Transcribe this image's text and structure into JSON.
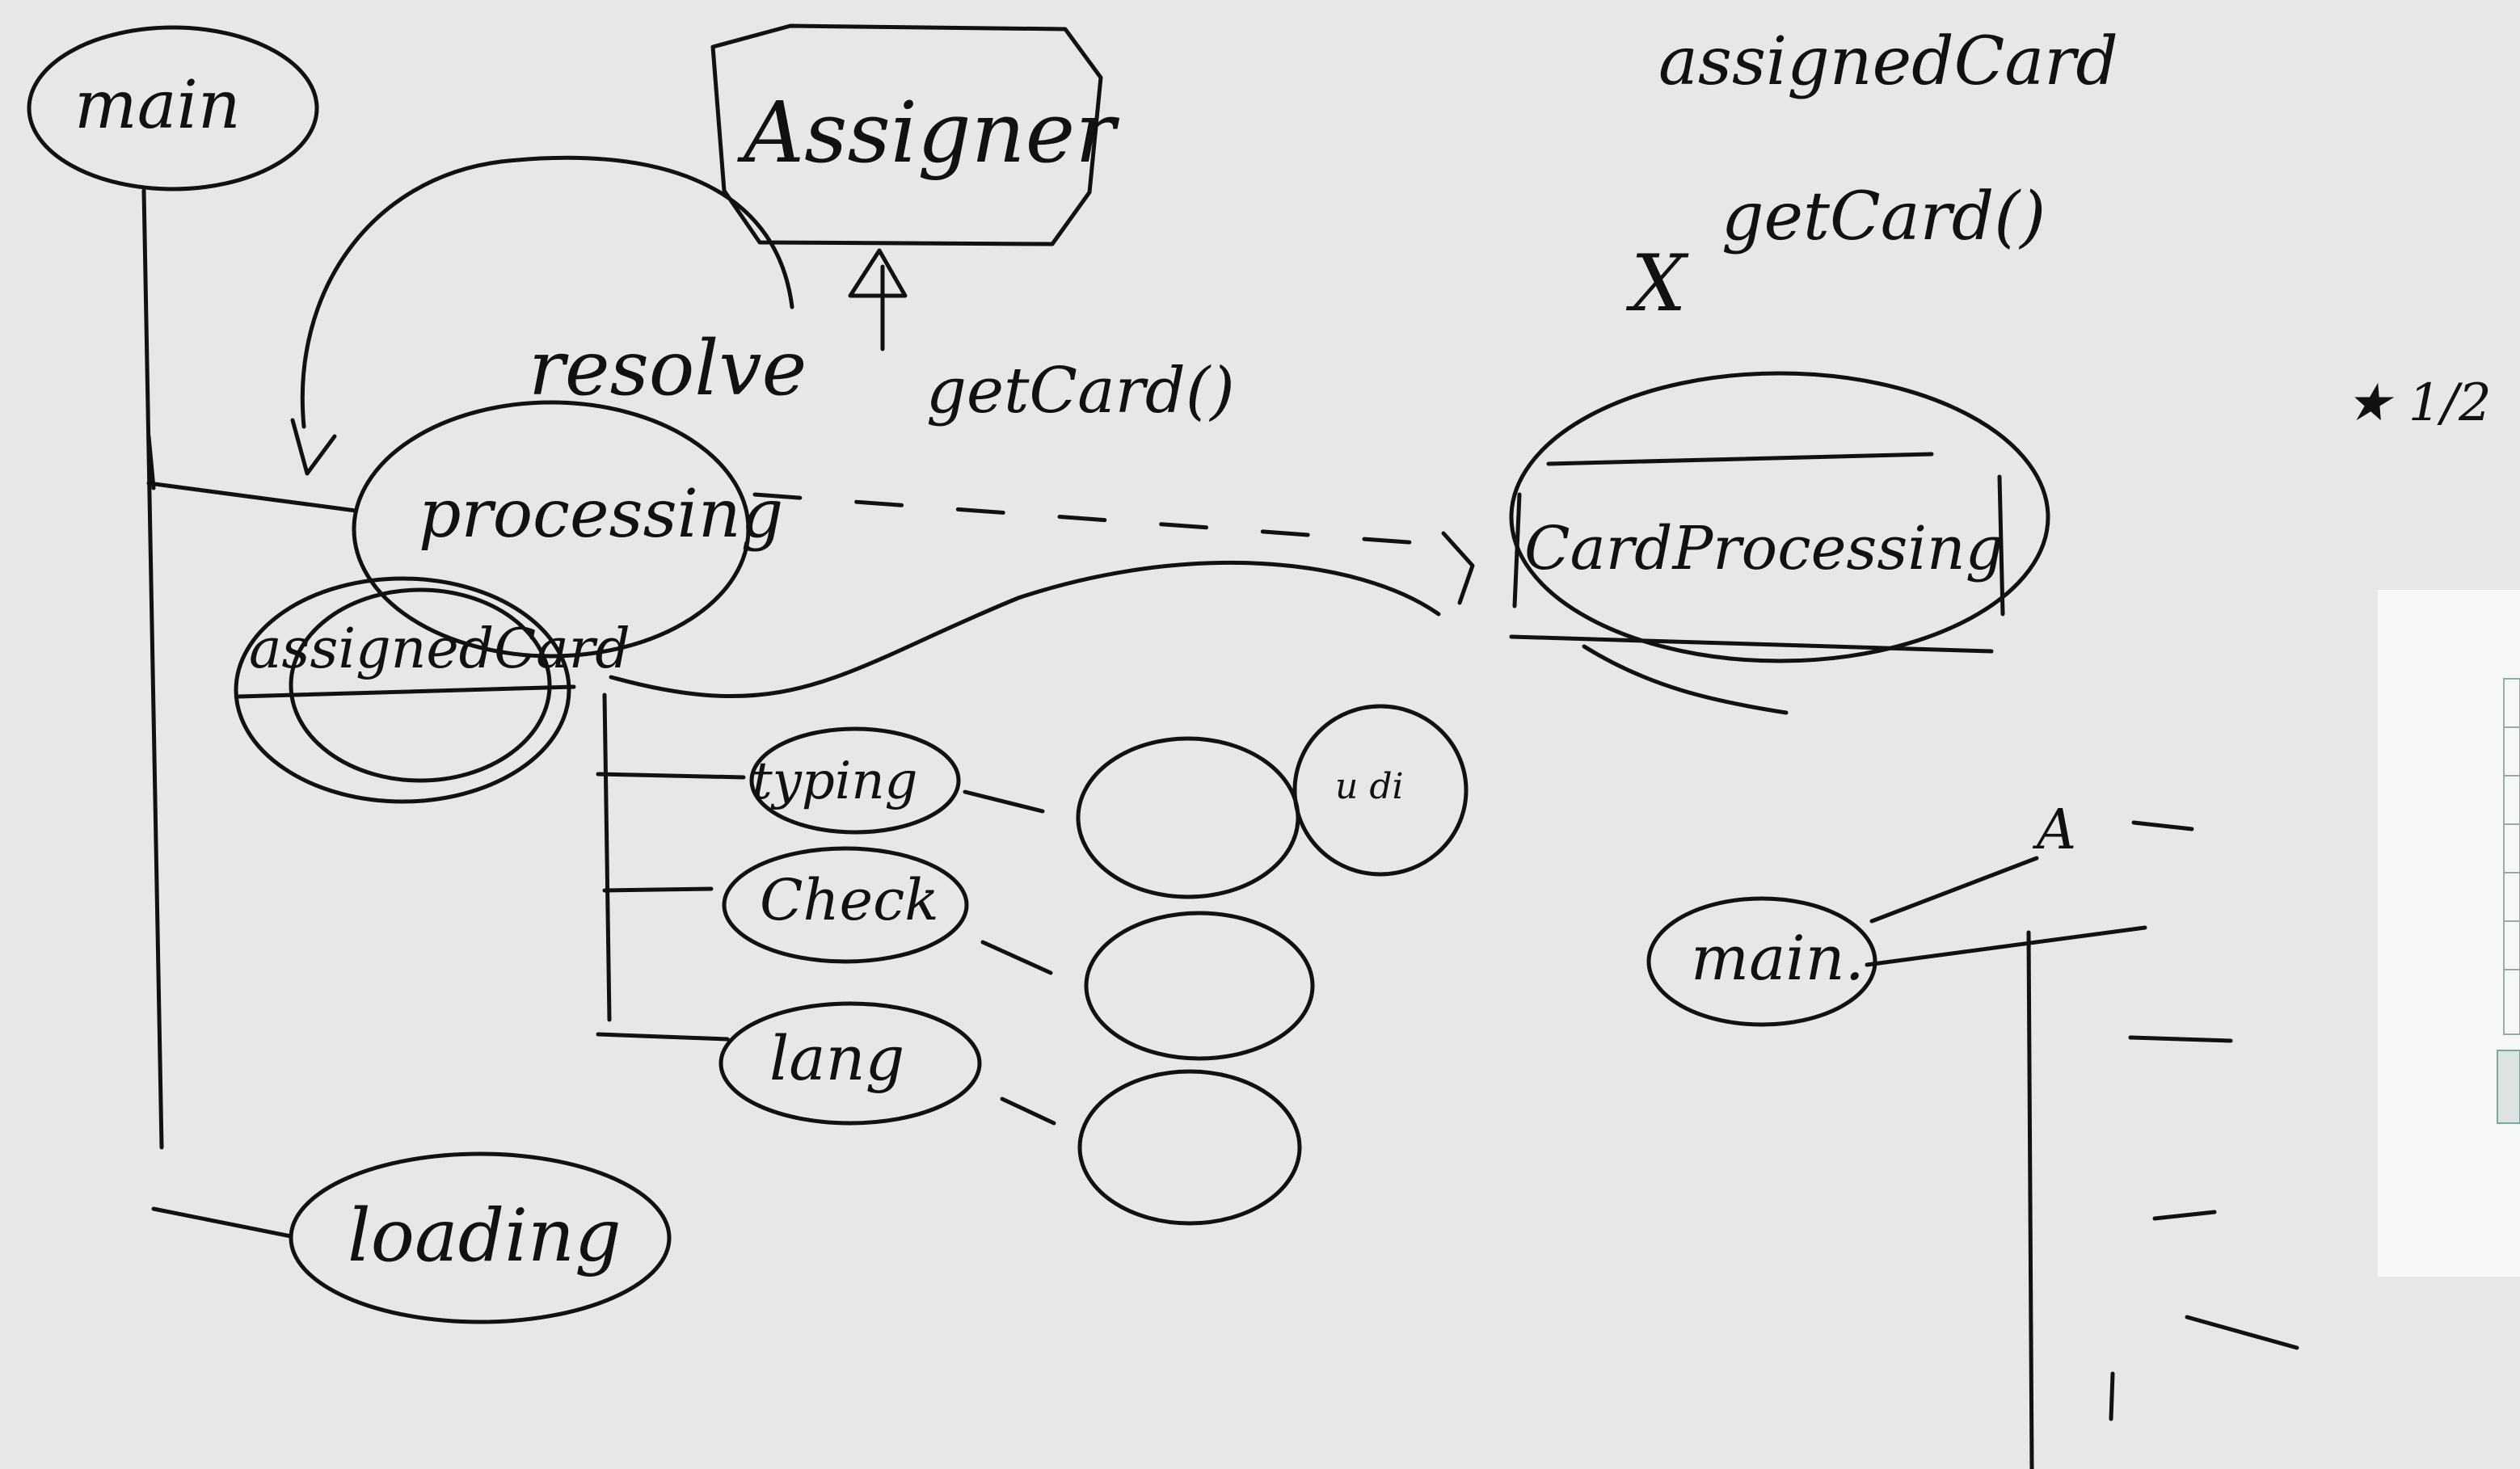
{
  "board": {
    "ink_color": "#111111",
    "board_color": "#e6e7e9",
    "paper_color": "#f6f7f9",
    "nodes": {
      "main_left": "main",
      "assigner": "Assigner",
      "processing": "processing",
      "assigned_card": "assignedCard",
      "typing": "typing",
      "check": "Check",
      "lang": "lang",
      "loading": "loading",
      "card_processing": "CardProcessing",
      "main_right": "main.",
      "small_node": "u di"
    },
    "labels": {
      "resolve": "resolve",
      "get_card_mid": "getCard()",
      "assigned_card_top": "assignedCard",
      "get_card_top": "getCard()",
      "x_mark": "X",
      "a_mark": "A",
      "fraction_mark": "★ 1/2"
    }
  }
}
